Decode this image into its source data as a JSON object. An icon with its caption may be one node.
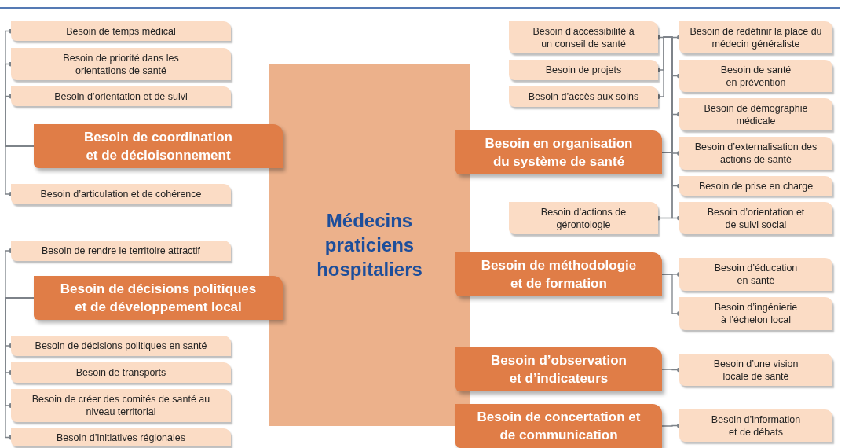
{
  "diagram": {
    "nodes": [
      {
        "text": [
          "Médecins praticiens hospitaliers"
        ]
      },
      {
        "text": [
          "Besoin de coordination et de décloisonnement"
        ]
      },
      {
        "text": [
          "Besoin de temps médical"
        ]
      },
      {
        "text": [
          "Besoin de priorité dans les orientations de santé"
        ]
      },
      {
        "text": [
          "Besoin d’orientation et de suivi"
        ]
      },
      {
        "text": [
          "Besoin d’articulation et de cohérence"
        ]
      },
      {
        "text": [
          "Besoin de décisions politiques et de développement local"
        ]
      },
      {
        "text": [
          "Besoin de rendre le territoire attractif"
        ]
      },
      {
        "text": [
          "Besoin de décisions politiques en santé"
        ]
      },
      {
        "text": [
          "Besoin de transports"
        ]
      },
      {
        "text": [
          "Besoin de créer des comités de santé au niveau territorial"
        ]
      },
      {
        "text": [
          "Besoin d’initiatives régionales"
        ]
      },
      {
        "text": [
          "Besoin en organisation du système de santé"
        ]
      },
      {
        "text": [
          "Besoin d’accessibilité à un conseil de santé"
        ]
      },
      {
        "text": [
          "Besoin de projets"
        ]
      },
      {
        "text": [
          "Besoin d’accès aux soins"
        ]
      },
      {
        "text": [
          "Besoin d’actions de gérontologie"
        ]
      },
      {
        "text": [
          "Besoin de redéfinir la place du médecin généraliste"
        ]
      },
      {
        "text": [
          "Besoin de santé en prévention"
        ]
      },
      {
        "text": [
          "Besoin de démographie médicale"
        ]
      },
      {
        "text": [
          "Besoin d’externalisation des actions de santé"
        ]
      },
      {
        "text": [
          "Besoin de prise en charge"
        ]
      },
      {
        "text": [
          "Besoin d’orientation et de suivi social"
        ]
      },
      {
        "text": [
          "Besoin de méthodologie et de formation"
        ]
      },
      {
        "text": [
          "Besoin d’éducation en santé"
        ]
      },
      {
        "text": [
          "Besoin d’ingénierie à l’échelon local"
        ]
      },
      {
        "text": [
          "Besoin d’observation et d’indicateurs"
        ]
      },
      {
        "text": [
          "Besoin d’une vision locale de santé"
        ]
      },
      {
        "text": [
          "Besoin de concertation et de communication"
        ]
      },
      {
        "text": [
          "Besoin d’information et de débats"
        ]
      }
    ],
    "edges": [
      {
        "from": 1,
        "to": 2,
        "arrow": "other"
      },
      {
        "from": 1,
        "to": 3,
        "arrow": "other"
      },
      {
        "from": 1,
        "to": 4,
        "arrow": "other"
      },
      {
        "from": 1,
        "to": 5,
        "arrow": "other"
      },
      {
        "from": 6,
        "to": 7,
        "arrow": "other"
      },
      {
        "from": 6,
        "to": 8,
        "arrow": "other"
      },
      {
        "from": 6,
        "to": 9,
        "arrow": "other"
      },
      {
        "from": 6,
        "to": 10,
        "arrow": "other"
      },
      {
        "from": 6,
        "to": 11,
        "arrow": "other"
      },
      {
        "from": 12,
        "to": 13,
        "arrow": "other"
      },
      {
        "from": 12,
        "to": 14,
        "arrow": "other"
      },
      {
        "from": 12,
        "to": 15,
        "arrow": "other"
      },
      {
        "from": 12,
        "to": 16,
        "arrow": "other"
      },
      {
        "from": 12,
        "to": 17,
        "arrow": "other"
      },
      {
        "from": 12,
        "to": 18,
        "arrow": "other"
      },
      {
        "from": 12,
        "to": 19,
        "arrow": "other"
      },
      {
        "from": 12,
        "to": 20,
        "arrow": "other"
      },
      {
        "from": 12,
        "to": 21,
        "arrow": "other"
      },
      {
        "from": 12,
        "to": 22,
        "arrow": "other"
      },
      {
        "from": 23,
        "to": 24,
        "arrow": "other"
      },
      {
        "from": 23,
        "to": 25,
        "arrow": "other"
      },
      {
        "from": 26,
        "to": 27,
        "arrow": "other"
      },
      {
        "from": 28,
        "to": 29,
        "arrow": "other"
      }
    ]
  }
}
